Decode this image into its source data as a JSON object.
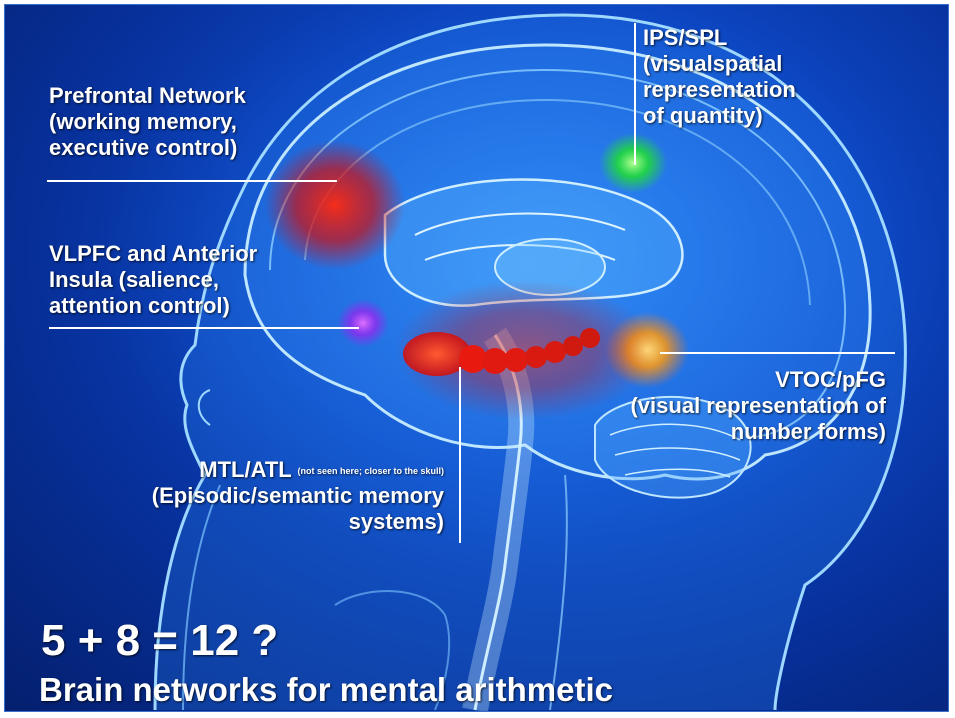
{
  "regions": [
    {
      "id": "prefrontal",
      "lines": [
        "Prefrontal Network",
        "(working memory,",
        "executive control)"
      ],
      "color": "#e01010"
    },
    {
      "id": "vlpfc",
      "lines": [
        "VLPFC and Anterior",
        "Insula (salience,",
        "attention control)"
      ],
      "color": "#b020ff"
    },
    {
      "id": "ips",
      "lines": [
        "IPS/SPL",
        "(visualspatial",
        "representation",
        "of quantity)"
      ],
      "color": "#20e030"
    },
    {
      "id": "vtoc",
      "lines": [
        "VTOC/pFG",
        "(visual representation of",
        "number forms)"
      ],
      "color": "#ff9a10"
    },
    {
      "id": "mtl",
      "title": "MTL/ATL",
      "note": "(not seen here; closer to the skull)",
      "lines": [
        "(Episodic/semantic memory",
        "systems)"
      ],
      "color": "#ff1a10"
    }
  ],
  "equation": "5 + 8 = 12 ?",
  "caption": "Brain networks for mental arithmetic",
  "colors": {
    "background": "#0d47c4",
    "brain_outline": "#9fd8ff",
    "text": "#ffffff"
  }
}
